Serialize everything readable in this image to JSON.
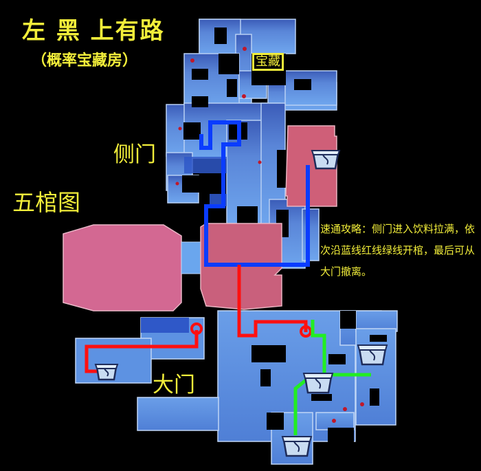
{
  "title": "左 黑 上有路",
  "subtitle": "（概率宝藏房）",
  "labels": {
    "side_door": "侧门",
    "five_coffin_map": "五棺图",
    "main_door": "大门",
    "treasure": "宝藏"
  },
  "guide_text": "速通攻略：侧门进入饮料拉满，依次沿蓝线红线绿线开棺，最后可从大门撤离。",
  "colors": {
    "background": "#000000",
    "label_yellow": "#f2ee3a",
    "room_blue": "#5b8fe0",
    "room_dark_blue": "#3a5fc0",
    "coffin_room_pink": "#d05c7a",
    "route_blue": "#0a3cff",
    "route_red": "#ff1010",
    "route_green": "#22ee22"
  },
  "routes": [
    {
      "name": "blue",
      "order": 1
    },
    {
      "name": "red",
      "order": 2
    },
    {
      "name": "green",
      "order": 3
    }
  ],
  "coffins": [
    {
      "id": "coffin-upper-right"
    },
    {
      "id": "coffin-left-wing"
    },
    {
      "id": "coffin-center"
    },
    {
      "id": "coffin-right"
    },
    {
      "id": "coffin-bottom"
    }
  ]
}
